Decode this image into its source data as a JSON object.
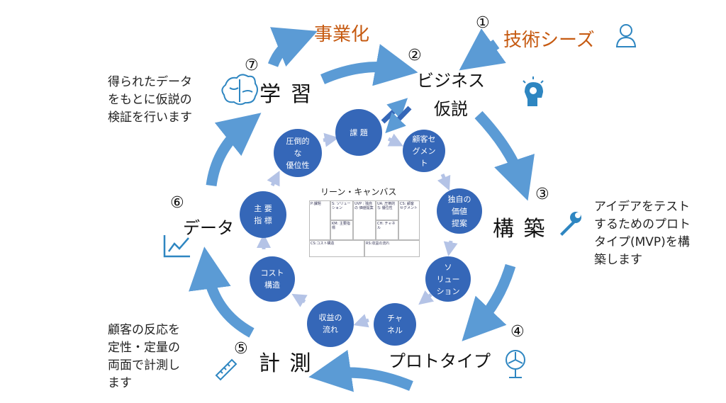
{
  "steps": {
    "s1": {
      "num": "①",
      "label": "技術シーズ"
    },
    "s2": {
      "num": "②",
      "label_line1": "ビジネス",
      "label_line2": "仮説"
    },
    "s3": {
      "num": "③",
      "label": "構 築"
    },
    "s4": {
      "num": "④",
      "label": "プロトタイプ"
    },
    "s5": {
      "num": "⑤",
      "label": "計 測"
    },
    "s6": {
      "num": "⑥",
      "label": "データ"
    },
    "s7": {
      "num": "⑦",
      "label": "学 習"
    }
  },
  "business": {
    "label": "事業化"
  },
  "notes": {
    "learn_line1": "得られたデータ",
    "learn_line2": "をもとに仮説の",
    "learn_line3": "検証を行います",
    "build_line1": "アイデアをテスト",
    "build_line2": "するためのプロト",
    "build_line3": "タイプ(MVP)を構",
    "build_line4": "築します",
    "measure_line1": "顧客の反応を",
    "measure_line2": "定性・定量の",
    "measure_line3": "両面で計測し",
    "measure_line4": "ます"
  },
  "inner_cycle": {
    "n1": {
      "l1": "課 題"
    },
    "n2": {
      "l1": "顧客セ",
      "l2": "グメン",
      "l3": "ト"
    },
    "n3": {
      "l1": "独自の",
      "l2": "価値",
      "l3": "提案"
    },
    "n4": {
      "l1": "ソ",
      "l2": "リュー",
      "l3": "ション"
    },
    "n5": {
      "l1": "チャ",
      "l2": "ネル"
    },
    "n6": {
      "l1": "収益の",
      "l2": "流れ"
    },
    "n7": {
      "l1": "コスト",
      "l2": "構造"
    },
    "n8": {
      "l1": "主 要",
      "l2": "指 標"
    },
    "n9": {
      "l1": "圧倒的",
      "l2": "な",
      "l3": "優位性"
    }
  },
  "lean_canvas": {
    "title": "リーン・キャンバス",
    "p": "P:課題",
    "s": "S: ソリュー ション",
    "uvp": "UVP : 独自の 価値提案",
    "ua": "UA: 圧倒的な 優位性",
    "cs": "CS: 顧客 セグメント",
    "km": "KM: 主要指標",
    "ch": "CH: チャネル",
    "cost": "CS:コスト構造",
    "rs": "RS:収益の流れ"
  },
  "colors": {
    "arrow": "#5b9bd5",
    "node": "#3567b8",
    "small_arrow": "#b4c3e6",
    "accent_orange": "#c65a11",
    "icon": "#2e86c1"
  },
  "icons": [
    "person-icon",
    "lightbulb-head-icon",
    "wrench-icon",
    "fan-icon",
    "ruler-icon",
    "line-chart-icon",
    "brain-icon"
  ]
}
